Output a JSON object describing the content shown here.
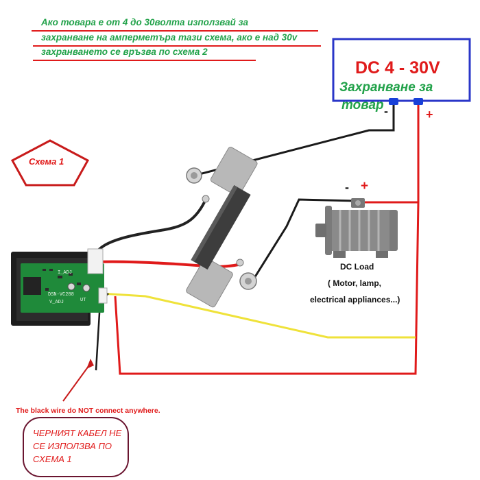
{
  "note": {
    "lines": [
      "Ако товара е от 4 до 30волта използвай за",
      "захранване на амперметъра тази схема, ако е над 30v",
      "захранването се връзва по схема 2"
    ]
  },
  "power_supply": {
    "title": "DC 4 - 30V",
    "subtitle_line1": "Захранване за",
    "subtitle_line2": "товар",
    "plus": "+",
    "minus": "-"
  },
  "scheme_label": "Схема 1",
  "load": {
    "title": "DC Load",
    "line2": "( Motor, lamp,",
    "line3": "electrical appliances...)",
    "minus": "-",
    "plus": "+"
  },
  "meter": {
    "model": "DSN-VC288",
    "adj_i": "I_ADJ",
    "adj_v": "V_ADJ",
    "corner_label": "UT"
  },
  "warning": "The black wire do NOT connect anywhere.",
  "note_box": {
    "lines": [
      "ЧЕРНИЯТ КАБЕЛ НЕ",
      "СЕ ИЗПОЛЗВА ПО",
      "СХЕМА 1"
    ]
  },
  "colors": {
    "red_wire": "#e01a1a",
    "black_wire": "#1a1a1a",
    "yellow_wire": "#efe23a",
    "note_green": "#22a24a",
    "supply_frame": "#2a36c8",
    "label_red": "#e01a1a"
  }
}
